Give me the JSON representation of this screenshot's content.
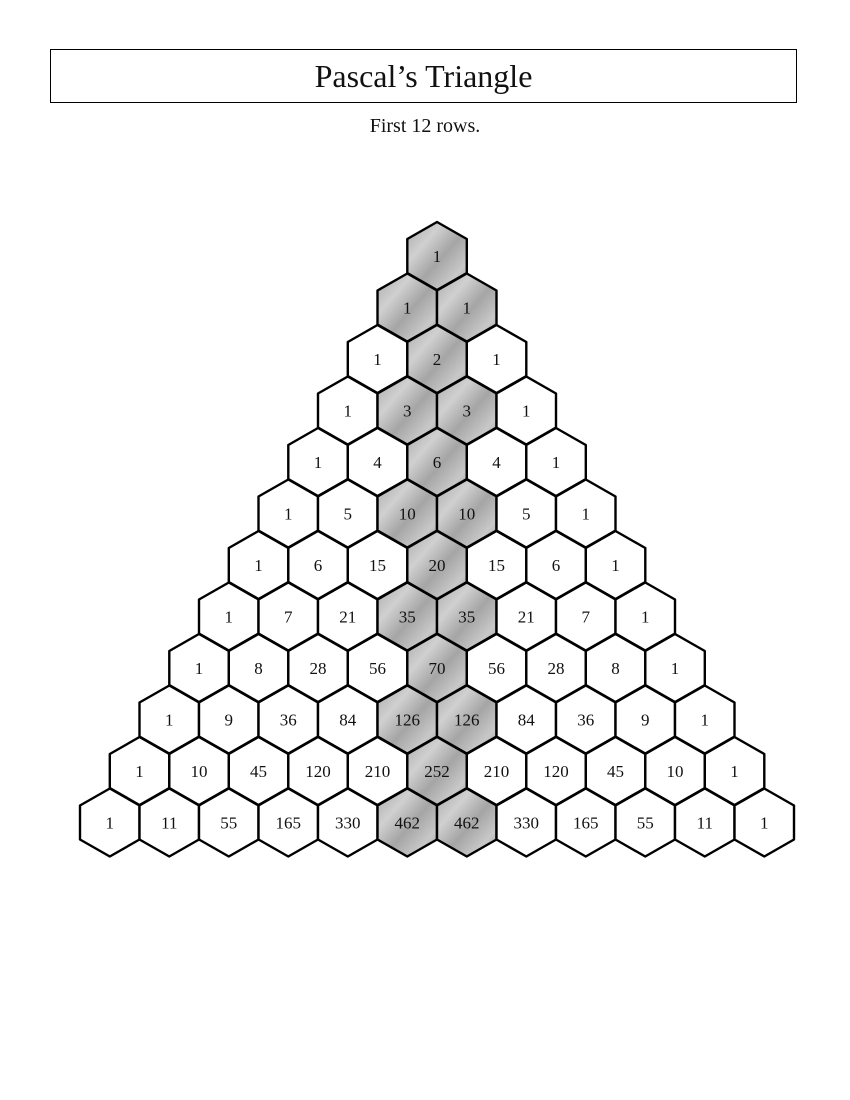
{
  "title": "Pascal’s Triangle",
  "subtitle": "First 12 rows.",
  "colors": {
    "outline": "#000000",
    "plain_fill": "#ffffff",
    "shaded_fill": "#b5b5b5"
  },
  "rows": [
    [
      1
    ],
    [
      1,
      1
    ],
    [
      1,
      2,
      1
    ],
    [
      1,
      3,
      3,
      1
    ],
    [
      1,
      4,
      6,
      4,
      1
    ],
    [
      1,
      5,
      10,
      10,
      5,
      1
    ],
    [
      1,
      6,
      15,
      20,
      15,
      6,
      1
    ],
    [
      1,
      7,
      21,
      35,
      35,
      21,
      7,
      1
    ],
    [
      1,
      8,
      28,
      56,
      70,
      56,
      28,
      8,
      1
    ],
    [
      1,
      9,
      36,
      84,
      126,
      126,
      84,
      36,
      9,
      1
    ],
    [
      1,
      10,
      45,
      120,
      210,
      252,
      210,
      120,
      45,
      10,
      1
    ],
    [
      1,
      11,
      55,
      165,
      330,
      462,
      462,
      330,
      165,
      55,
      11,
      1
    ]
  ],
  "shaded_cells": [
    [
      0,
      0
    ],
    [
      1,
      0
    ],
    [
      1,
      1
    ],
    [
      2,
      1
    ],
    [
      3,
      1
    ],
    [
      3,
      2
    ],
    [
      4,
      2
    ],
    [
      5,
      2
    ],
    [
      5,
      3
    ],
    [
      6,
      3
    ],
    [
      7,
      3
    ],
    [
      7,
      4
    ],
    [
      8,
      4
    ],
    [
      9,
      4
    ],
    [
      9,
      5
    ],
    [
      10,
      5
    ],
    [
      11,
      5
    ],
    [
      11,
      6
    ]
  ]
}
